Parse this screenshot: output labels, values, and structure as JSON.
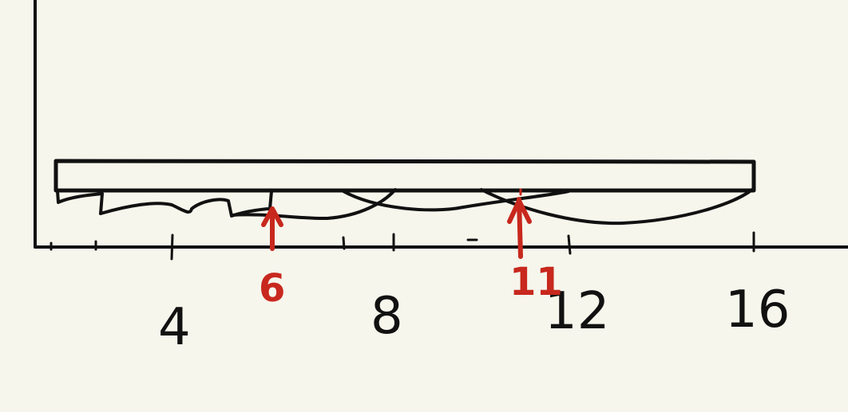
{
  "colors": {
    "background": "#f6f6ec",
    "ink": "#111111",
    "highlight": "#c8281e"
  },
  "axis": {
    "tick_labels": [
      "4",
      "8",
      "12",
      "16"
    ]
  },
  "markers": [
    {
      "label": "6"
    },
    {
      "label": "11"
    }
  ]
}
